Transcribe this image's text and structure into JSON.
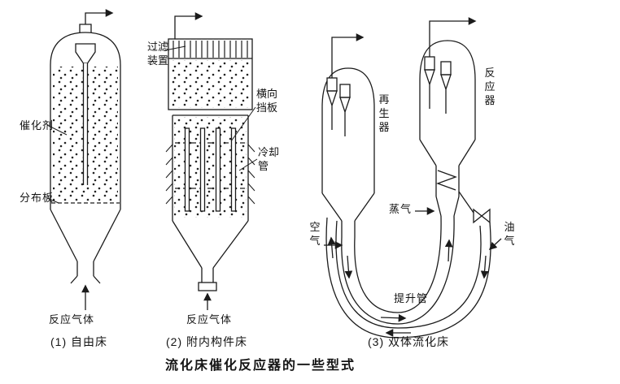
{
  "title": "流化床催化反应器的一些型式",
  "colors": {
    "ink": "#1b1b1b",
    "background": "#ffffff"
  },
  "d1": {
    "caption": "(1) 自由床",
    "catalyst": "催化剂",
    "distributor": "分布板",
    "gas": "反应气体"
  },
  "d2": {
    "caption": "(2) 附内构件床",
    "filter": "过滤装置",
    "baffle": "横向挡板",
    "cooling": "冷却管",
    "gas": "反应气体"
  },
  "d3": {
    "caption": "(3) 双体流化床",
    "regenerator": "再生器",
    "reactor": "反应器",
    "air": "空气",
    "steam": "蒸气",
    "oil_gas": "油气",
    "riser": "提升管"
  }
}
